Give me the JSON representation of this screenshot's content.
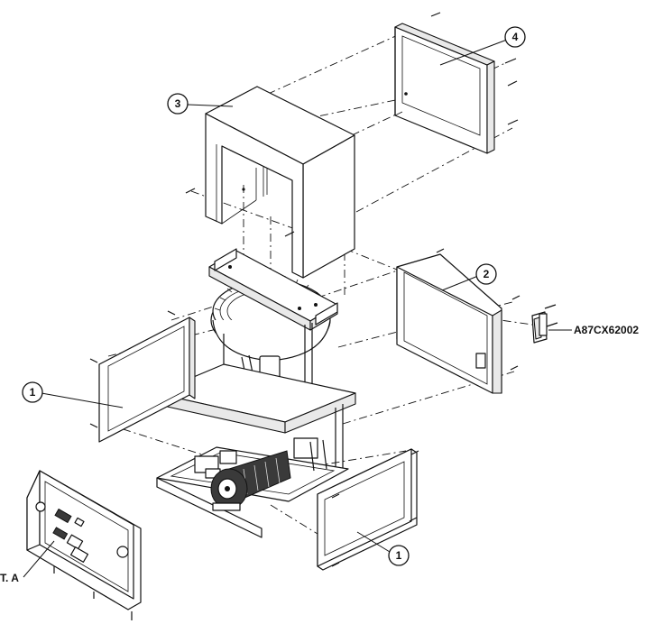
{
  "callouts": {
    "panel_side_left": "1",
    "panel_side_front": "1",
    "panel_rear": "2",
    "top_cover": "3",
    "back_panel_top": "4"
  },
  "part_labels": {
    "connector": "A87CX62002",
    "control_panel_detail": "T. A"
  }
}
